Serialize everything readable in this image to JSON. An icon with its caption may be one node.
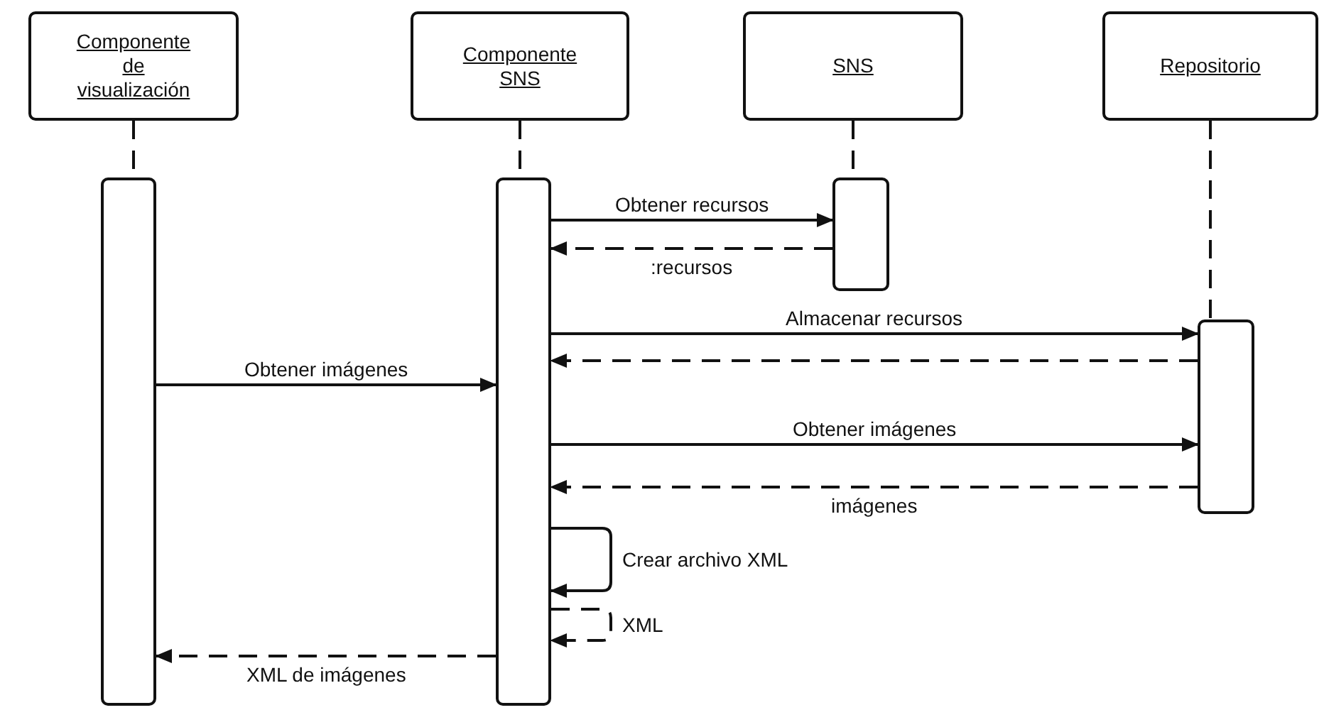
{
  "diagram": {
    "nodes": [
      {
        "text": [
          "Componente de visualización"
        ]
      },
      {
        "text": [
          "Componente SNS"
        ]
      },
      {
        "text": [
          "SNS"
        ]
      },
      {
        "text": [
          "Repositorio"
        ]
      },
      {
        "text": [],
        "shape": "bar"
      },
      {
        "text": [],
        "shape": "bar"
      },
      {
        "text": [],
        "shape": "bar"
      },
      {
        "text": [],
        "shape": "bar"
      }
    ],
    "edges": [
      {
        "from": 0,
        "to": 4,
        "arrow": "none",
        "style": "dashed"
      },
      {
        "from": 1,
        "to": 5,
        "arrow": "none",
        "style": "dashed"
      },
      {
        "from": 2,
        "to": 6,
        "arrow": "none",
        "style": "dashed"
      },
      {
        "from": 3,
        "to": 7,
        "arrow": "none",
        "style": "dashed"
      },
      {
        "from": 5,
        "to": 6,
        "arrow": "to",
        "label": "Obtener recursos"
      },
      {
        "from": 6,
        "to": 5,
        "arrow": "to",
        "label": ":recursos",
        "style": "dashed"
      },
      {
        "from": 5,
        "to": 7,
        "arrow": "to",
        "label": "Almacenar recursos"
      },
      {
        "from": 7,
        "to": 5,
        "arrow": "to",
        "style": "dashed"
      },
      {
        "from": 4,
        "to": 5,
        "arrow": "to",
        "label": "Obtener imágenes"
      },
      {
        "from": 5,
        "to": 7,
        "arrow": "to",
        "label": "Obtener imágenes"
      },
      {
        "from": 7,
        "to": 5,
        "arrow": "to",
        "label": "imágenes",
        "style": "dashed"
      },
      {
        "from": 5,
        "to": 5,
        "arrow": "to",
        "label": "Crear archivo XML"
      },
      {
        "from": 5,
        "to": 5,
        "arrow": "to",
        "label": "XML",
        "style": "dashed"
      },
      {
        "from": 5,
        "to": 4,
        "arrow": "to",
        "label": "XML de imágenes",
        "style": "dashed"
      }
    ]
  }
}
